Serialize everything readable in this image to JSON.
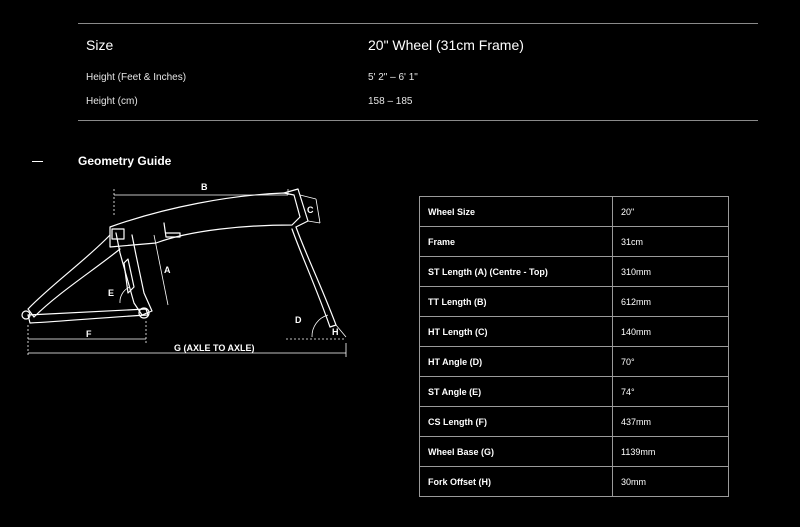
{
  "size_section": {
    "label": "Size",
    "value": "20\" Wheel (31cm Frame)",
    "rows": [
      {
        "label": "Height (Feet & Inches)",
        "value": "5' 2\" – 6' 1\""
      },
      {
        "label": "Height (cm)",
        "value": "158 – 185"
      }
    ]
  },
  "geometry": {
    "title": "Geometry Guide",
    "diagram": {
      "labels": {
        "a": "A",
        "b": "B",
        "c": "C",
        "d": "D",
        "e": "E",
        "f": "F",
        "g": "G (AXLE TO AXLE)",
        "h": "H"
      }
    },
    "table": [
      {
        "label": "Wheel Size",
        "value": "20\""
      },
      {
        "label": "Frame",
        "value": "31cm"
      },
      {
        "label": "ST Length (A) (Centre - Top)",
        "value": "310mm"
      },
      {
        "label": "TT Length (B)",
        "value": "612mm"
      },
      {
        "label": "HT Length (C)",
        "value": "140mm"
      },
      {
        "label": "HT Angle (D)",
        "value": "70°"
      },
      {
        "label": "ST Angle (E)",
        "value": "74°"
      },
      {
        "label": "CS Length (F)",
        "value": "437mm"
      },
      {
        "label": "Wheel Base (G)",
        "value": "1139mm"
      },
      {
        "label": "Fork Offset (H)",
        "value": "30mm"
      }
    ]
  }
}
